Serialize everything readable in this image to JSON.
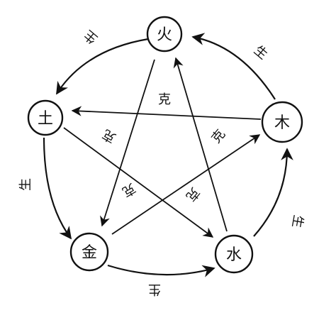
{
  "nodes": {
    "fire": "火",
    "earth": "土",
    "wood": "木",
    "metal": "金",
    "water": "水"
  },
  "generate_labels": {
    "fire_earth": "生",
    "earth_metal": "生",
    "metal_water": "生",
    "water_wood": "生",
    "wood_fire": "生"
  },
  "control_labels": {
    "wood_earth": "克",
    "earth_water": "克",
    "water_fire": "克",
    "fire_metal": "克",
    "metal_wood": "克"
  },
  "colors": {
    "ink": "#111111",
    "paper": "#ffffff"
  }
}
